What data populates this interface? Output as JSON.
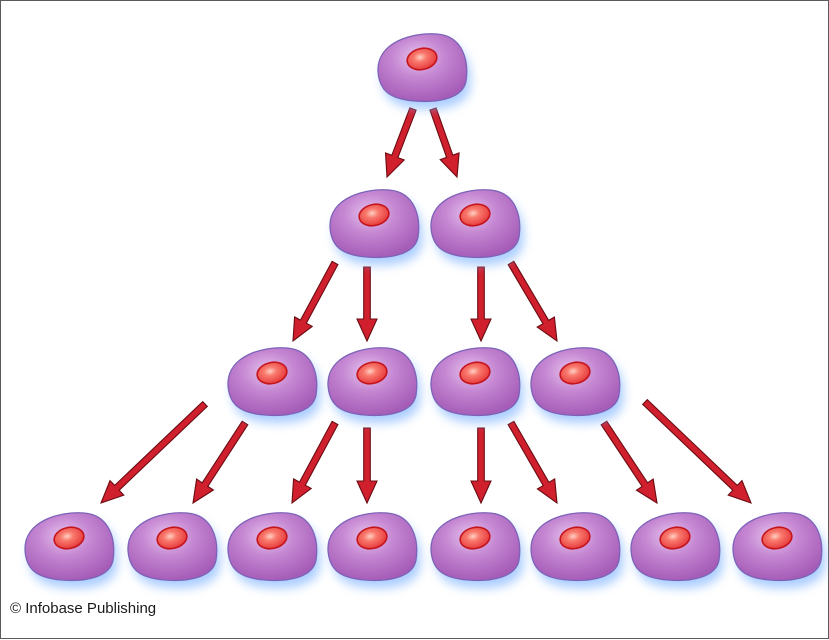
{
  "figure": {
    "copyright": "© Infobase Publishing"
  },
  "colors": {
    "cell_fill": "#b56fc6",
    "cell_outline": "#7c62b8",
    "cell_glow": "#7fb4ff",
    "nucleus_fill": "#f25a57",
    "nucleus_outline": "#c4151c",
    "arrow_fill": "#d01f2d",
    "arrow_outline": "#6a0c12"
  },
  "diagram": {
    "generations": [
      1,
      2,
      4,
      8
    ]
  }
}
